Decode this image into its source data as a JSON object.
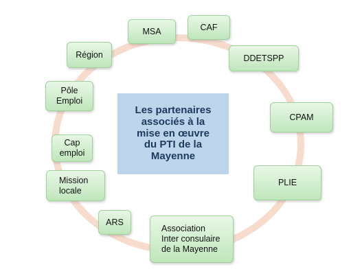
{
  "center": {
    "title": "Les partenaires\nassociés à la\nmise en œuvre\ndu PTI de la\nMayenne"
  },
  "partners": [
    {
      "id": "msa",
      "label": "MSA"
    },
    {
      "id": "caf",
      "label": "CAF"
    },
    {
      "id": "ddetspp",
      "label": "DDETSPP"
    },
    {
      "id": "cpam",
      "label": "CPAM"
    },
    {
      "id": "plie",
      "label": "PLIE"
    },
    {
      "id": "association",
      "label": "Association\nInter consulaire\nde la Mayenne"
    },
    {
      "id": "ars",
      "label": "ARS"
    },
    {
      "id": "mission-locale",
      "label": "Mission\nlocale"
    },
    {
      "id": "cap-emploi",
      "label": "Cap\nemploi"
    },
    {
      "id": "pole-emploi",
      "label": "Pôle\nEmploi"
    },
    {
      "id": "region",
      "label": "Région"
    }
  ],
  "colors": {
    "ring": "#f7dccd",
    "center_fill": "#bcd5ea",
    "center_text": "#1f3a60",
    "node_fill": "#c8eac4"
  }
}
